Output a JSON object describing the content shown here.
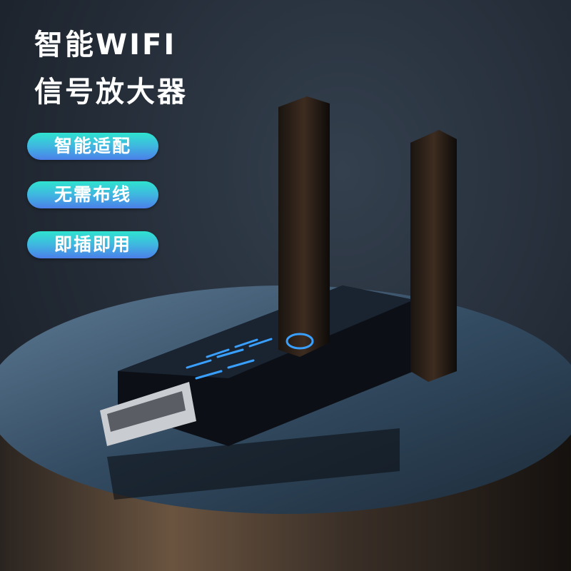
{
  "headline": {
    "line1": "智能WIFI",
    "line2": "信号放大器"
  },
  "features": [
    {
      "label": "智能适配"
    },
    {
      "label": "无需布线"
    },
    {
      "label": "即插即用"
    }
  ],
  "colors": {
    "pill_top": "#2fe3cf",
    "pill_bottom": "#4b7fe9",
    "led_blue": "#3aa0ff"
  }
}
